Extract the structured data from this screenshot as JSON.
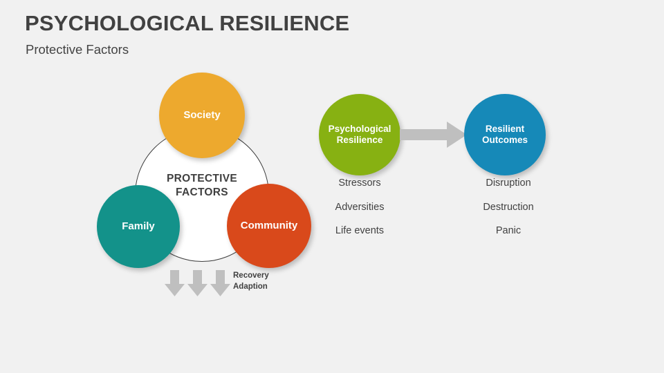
{
  "slide": {
    "title": "PSYCHOLOGICAL RESILIENCE",
    "subtitle": "Protective Factors",
    "background_color": "#f1f1f1"
  },
  "protective_factors": {
    "center_label_line1": "PROTECTIVE",
    "center_label_line2": "FACTORS",
    "nodes": [
      {
        "label": "Society",
        "color": "#eda92e"
      },
      {
        "label": "Family",
        "color": "#13928a"
      },
      {
        "label": "Community",
        "color": "#d9491b"
      }
    ],
    "recovery_label_line1": "Recovery",
    "recovery_label_line2": "Adaption",
    "arrow_color": "#bfbfbf",
    "arrow_count": 3
  },
  "resilience_flow": {
    "source": {
      "label_line1": "Psychological",
      "label_line2": "Resilience",
      "color": "#87b112",
      "items": [
        "Stressors",
        "Adversities",
        "Life events"
      ]
    },
    "target": {
      "label_line1": "Resilient",
      "label_line2": "Outcomes",
      "color": "#1689b8",
      "items": [
        "Disruption",
        "Destruction",
        "Panic"
      ]
    },
    "connector_color": "#bfbfbf"
  }
}
